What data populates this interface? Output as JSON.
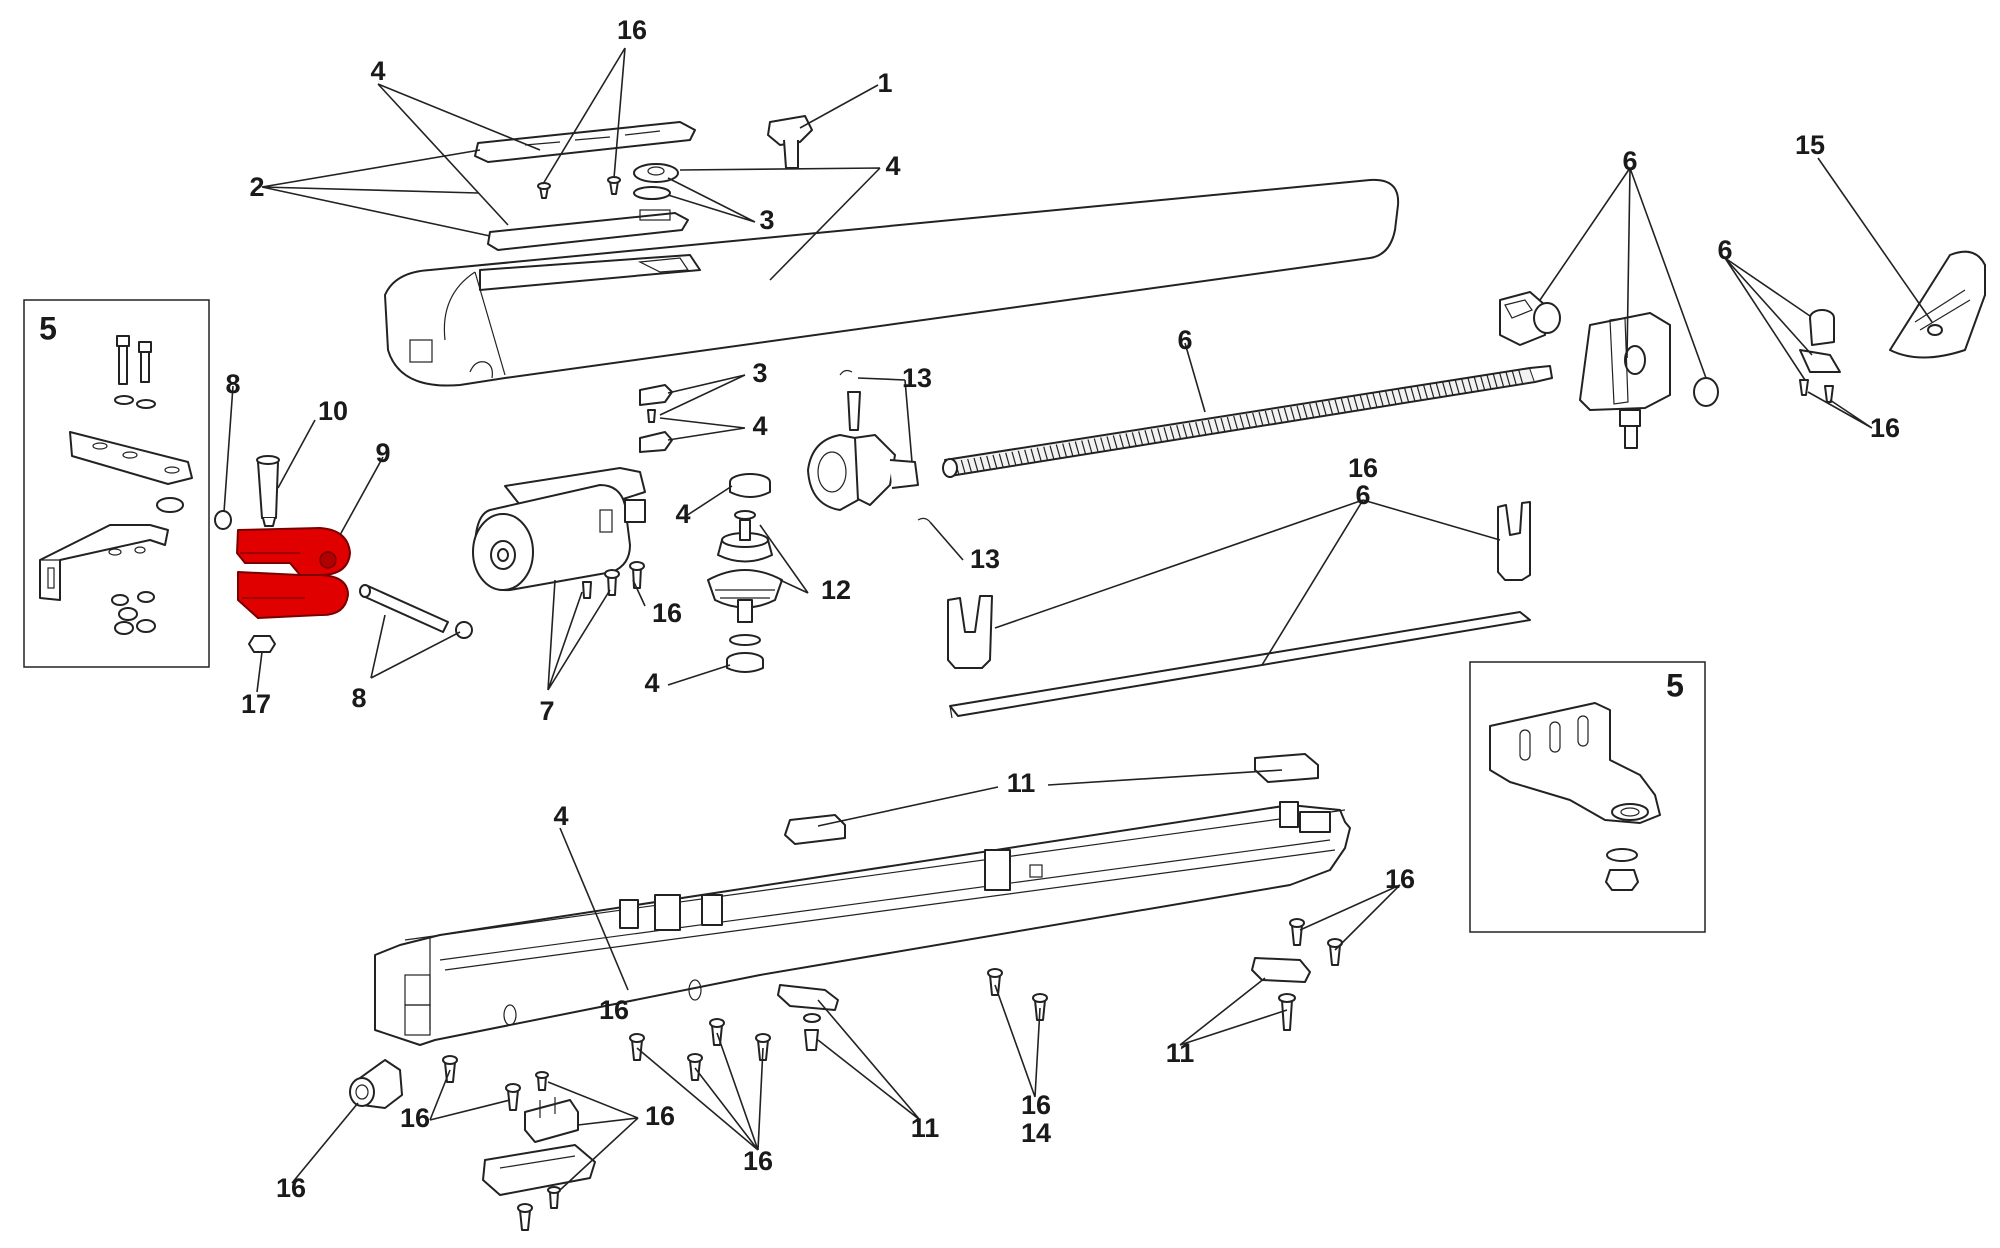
{
  "diagram": {
    "callouts": [
      {
        "id": "c1",
        "label": "1"
      },
      {
        "id": "c2",
        "label": "2"
      },
      {
        "id": "c3a",
        "label": "3"
      },
      {
        "id": "c3b",
        "label": "3"
      },
      {
        "id": "c4a",
        "label": "4"
      },
      {
        "id": "c4b",
        "label": "4"
      },
      {
        "id": "c4c",
        "label": "4"
      },
      {
        "id": "c4d",
        "label": "4"
      },
      {
        "id": "c4e",
        "label": "4"
      },
      {
        "id": "c4f",
        "label": "4"
      },
      {
        "id": "c6a",
        "label": "6"
      },
      {
        "id": "c6b",
        "label": "6"
      },
      {
        "id": "c6c",
        "label": "6"
      },
      {
        "id": "c6d",
        "label": "6"
      },
      {
        "id": "c7",
        "label": "7"
      },
      {
        "id": "c8a",
        "label": "8"
      },
      {
        "id": "c8b",
        "label": "8"
      },
      {
        "id": "c9",
        "label": "9"
      },
      {
        "id": "c10",
        "label": "10"
      },
      {
        "id": "c11a",
        "label": "11"
      },
      {
        "id": "c11b",
        "label": "11"
      },
      {
        "id": "c11c",
        "label": "11"
      },
      {
        "id": "c12",
        "label": "12"
      },
      {
        "id": "c13a",
        "label": "13"
      },
      {
        "id": "c13b",
        "label": "13"
      },
      {
        "id": "c14",
        "label": "14"
      },
      {
        "id": "c15",
        "label": "15"
      },
      {
        "id": "c16a",
        "label": "16"
      },
      {
        "id": "c16b",
        "label": "16"
      },
      {
        "id": "c16c",
        "label": "16"
      },
      {
        "id": "c16d",
        "label": "16"
      },
      {
        "id": "c16e",
        "label": "16"
      },
      {
        "id": "c16f",
        "label": "16"
      },
      {
        "id": "c16g",
        "label": "16"
      },
      {
        "id": "c16h",
        "label": "16"
      },
      {
        "id": "c16i",
        "label": "16"
      },
      {
        "id": "c16j",
        "label": "16"
      },
      {
        "id": "c16k",
        "label": "16"
      },
      {
        "id": "c17",
        "label": "17"
      }
    ],
    "insets": [
      {
        "id": "inset-left",
        "label": "5"
      },
      {
        "id": "inset-right",
        "label": "5"
      }
    ],
    "colors": {
      "line": "#222222",
      "highlight": "#e00000",
      "background": "#ffffff"
    }
  }
}
